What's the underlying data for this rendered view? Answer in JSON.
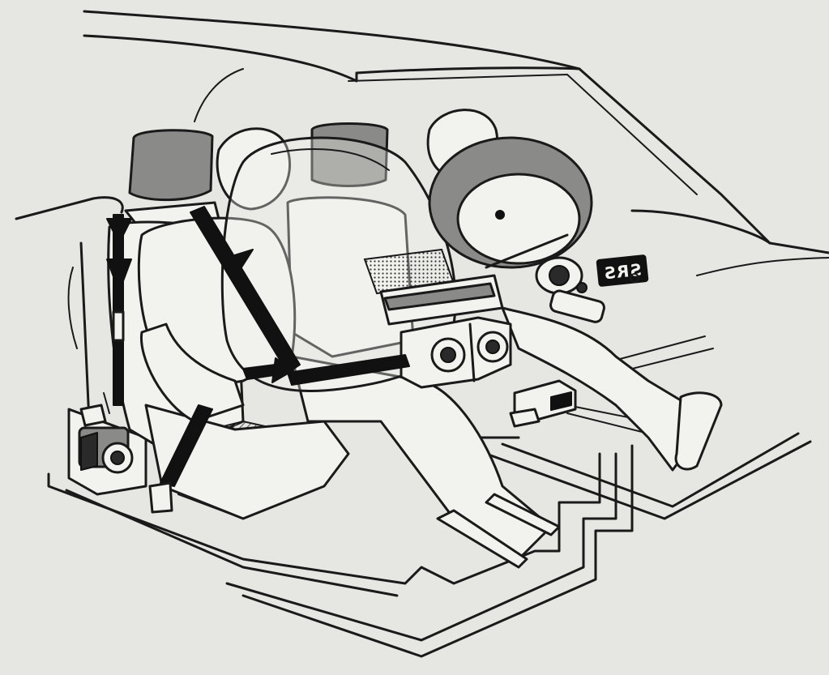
{
  "image": {
    "background": "#e6e6e3",
    "ink": "#1a1a1a",
    "srs_label": "SRS",
    "srs_label_mirrored": true
  },
  "components": {
    "seat_belt": "seat-belt",
    "belt_retractor": "belt-retractor",
    "airbag": "inflated-airbag",
    "knee_bolster": "knee-bolster",
    "steering_wheel": "steering-wheel",
    "crash_sensor": "crash-sensor",
    "control_unit": "control-unit",
    "occupant": "driver-figure",
    "passenger": "passenger-figure"
  }
}
